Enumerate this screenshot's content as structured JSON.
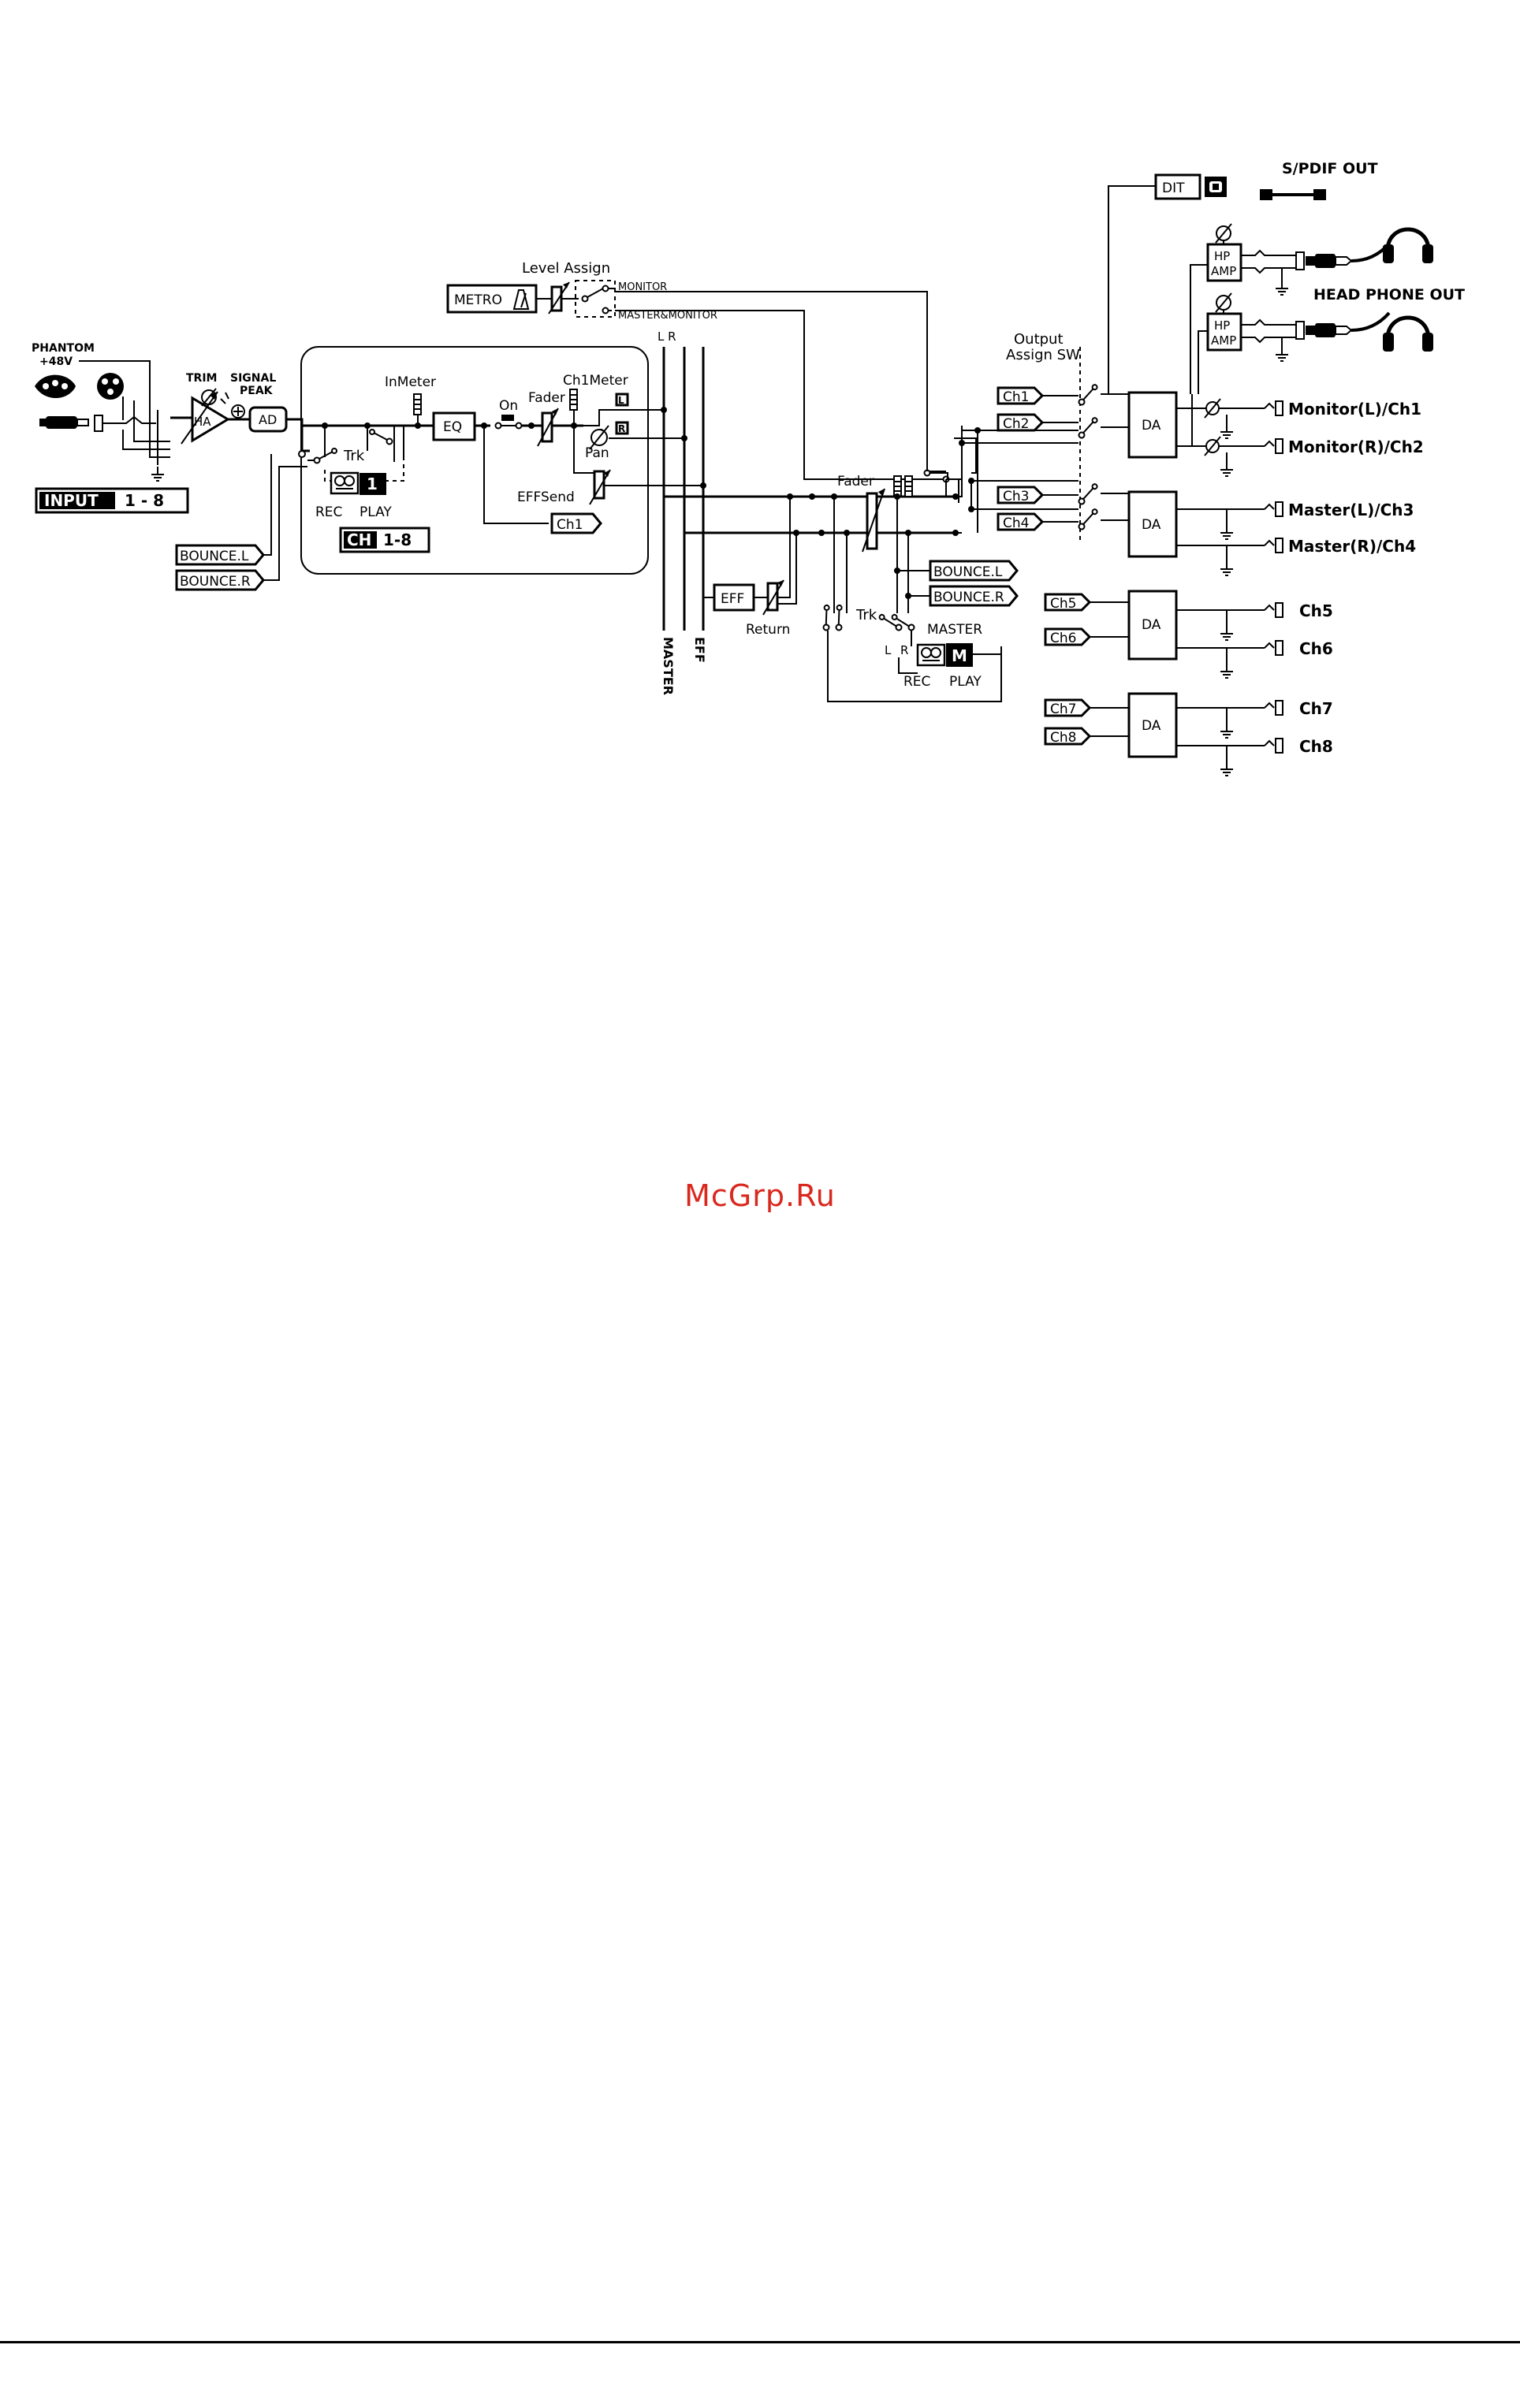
{
  "input": {
    "phantom": "PHANTOM",
    "phantom_volt": "+48V",
    "trim": "TRIM",
    "signal": "SIGNAL",
    "peak": "PEAK",
    "ha": "HA",
    "ad": "AD",
    "label_bold": "INPUT",
    "label_range": "1 - 8"
  },
  "bounce_in": {
    "left": "BOUNCE.L",
    "right": "BOUNCE.R"
  },
  "channel": {
    "inmeter": "InMeter",
    "eq": "EQ",
    "trk": "Trk",
    "rec": "REC",
    "play": "PLAY",
    "track_no": "1",
    "on": "On",
    "fader": "Fader",
    "ch1meter": "Ch1Meter",
    "meter_l": "L",
    "meter_r": "R",
    "pan": "Pan",
    "effsend": "EFFSend",
    "send_tag": "Ch1",
    "label_bold": "CH",
    "label_range": "1-8"
  },
  "bus": {
    "lr": "L R",
    "master": "MASTER",
    "eff": "EFF"
  },
  "level_assign": {
    "title": "Level Assign",
    "metro": "METRO",
    "monitor": "MONITOR",
    "master_monitor": "MASTER&MONITOR"
  },
  "eff_return": {
    "eff": "EFF",
    "return": "Return"
  },
  "master_section": {
    "fader": "Fader",
    "bounce_l": "BOUNCE.L",
    "bounce_r": "BOUNCE.R",
    "trk": "Trk",
    "master": "MASTER",
    "l": "L",
    "r": "R",
    "track_m": "M",
    "rec": "REC",
    "play": "PLAY"
  },
  "output_assign": {
    "title": "Output",
    "title2": "Assign SW",
    "tags": [
      "Ch1",
      "Ch2",
      "Ch3",
      "Ch4",
      "Ch5",
      "Ch6",
      "Ch7",
      "Ch8"
    ],
    "da": "DA"
  },
  "outputs": {
    "spdif": "S/PDIF OUT",
    "dit": "DIT",
    "hp_amp_1": "HP",
    "hp_amp_2": "AMP",
    "headphone": "HEAD PHONE OUT",
    "mon_l": "Monitor(L)/Ch1",
    "mon_r": "Monitor(R)/Ch2",
    "mas_l": "Master(L)/Ch3",
    "mas_r": "Master(R)/Ch4",
    "ch5": "Ch5",
    "ch6": "Ch6",
    "ch7": "Ch7",
    "ch8": "Ch8"
  },
  "watermark": "McGrp.Ru"
}
